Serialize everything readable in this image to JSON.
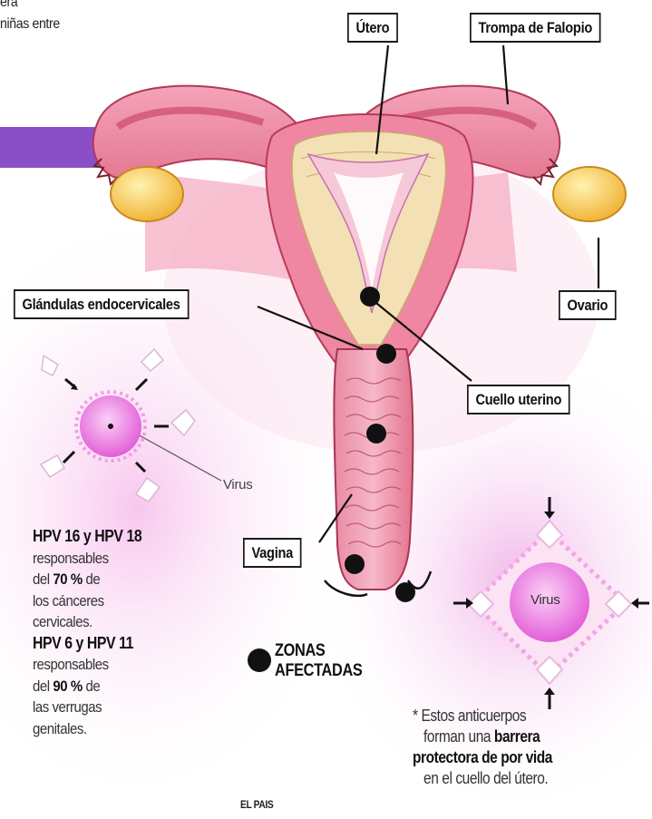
{
  "top_left_fragment": [
    "era",
    "niñas entre"
  ],
  "labels": {
    "utero": "Útero",
    "trompa": "Trompa de Falopio",
    "glandulas": "Glándulas endocervicales",
    "ovario": "Ovario",
    "cuello": "Cuello uterino",
    "vagina": "Vagina",
    "virus_left": "Virus",
    "virus_right": "Virus"
  },
  "stats": {
    "hpv_high_title": "HPV 16 y HPV 18",
    "hpv_high_line1": "responsables",
    "hpv_high_line2_pre": "del",
    "hpv_high_pct": "70 %",
    "hpv_high_line2_post": "de",
    "hpv_high_line3": "los cánceres",
    "hpv_high_line4": "cervicales.",
    "hpv_low_title": "HPV 6 y HPV 11",
    "hpv_low_line1": "responsables",
    "hpv_low_line2_pre": "del",
    "hpv_low_pct": "90 %",
    "hpv_low_line2_post": "de",
    "hpv_low_line3": "las verrugas",
    "hpv_low_line4": "genitales."
  },
  "legend": {
    "line1": "ZONAS",
    "line2": "AFECTADAS"
  },
  "note": {
    "asterisk_line": "* Estos anticuerpos",
    "line2_pre": "forman una",
    "line2_bold": "barrera",
    "line3_bold": "protectora de por vida",
    "line4": "en el cuello del útero."
  },
  "credit": "EL PAIS",
  "colors": {
    "accent_bar": "#8a4fc7",
    "tissue_pink": "#f08aa8",
    "tissue_dark": "#c23a5a",
    "uterus_cream": "#f4e2b8",
    "ovary_yellow": "#f7c74e",
    "background_pink": "#f7d8ee",
    "virus_pink": "#ee7ee6",
    "marker": "#111111"
  }
}
